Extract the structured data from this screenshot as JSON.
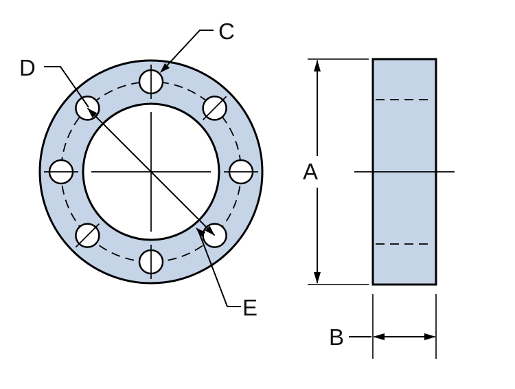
{
  "diagram": {
    "type": "technical-drawing",
    "description": "Flange ring with bolt circle: front view and side (thickness) view",
    "labels": {
      "bolt_hole": "C",
      "bolt_circle_diameter": "D",
      "inner_edge": "E",
      "outer_height": "A",
      "thickness": "B"
    },
    "front_view": {
      "bolt_hole_count": 8
    },
    "colors": {
      "part_fill": "#c6d4e8",
      "line": "#000000",
      "background": "#ffffff"
    }
  }
}
